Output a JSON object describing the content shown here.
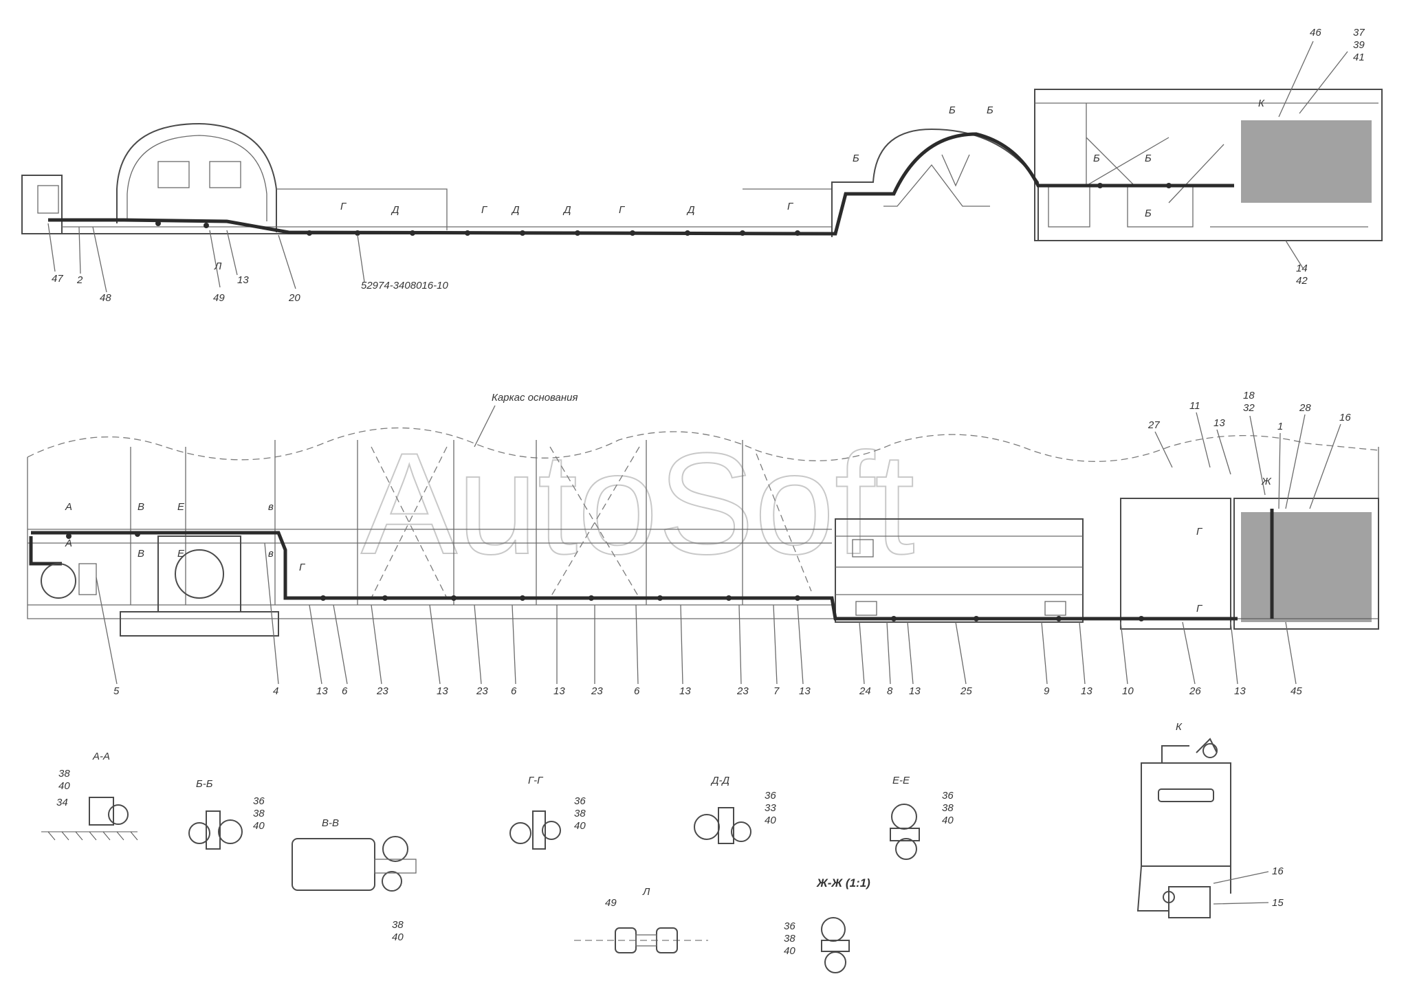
{
  "watermark": "AutoSoft",
  "top_view": {
    "part_number": "52974-3408016-10",
    "left_callouts": [
      "47",
      "2",
      "48",
      "49",
      "13",
      "20"
    ],
    "right_callouts": [
      "46",
      "37",
      "39",
      "41",
      "14",
      "42"
    ],
    "section_marks": [
      "Г",
      "Д",
      "Г",
      "Д",
      "Д",
      "Г",
      "Д",
      "Г",
      "Б",
      "Б",
      "Б",
      "Б",
      "Б",
      "Б",
      "К",
      "Л"
    ]
  },
  "bottom_view": {
    "frame_label": "Каркас основания",
    "bottom_callouts": [
      "5",
      "4",
      "13",
      "6",
      "23",
      "13",
      "23",
      "6",
      "13",
      "23",
      "6",
      "13",
      "23",
      "7",
      "13",
      "24",
      "8",
      "13",
      "25",
      "9",
      "13",
      "10",
      "26",
      "13",
      "45"
    ],
    "top_callouts": [
      "27",
      "11",
      "13",
      "18",
      "32",
      "1",
      "28",
      "16"
    ],
    "section_marks": [
      "А",
      "А",
      "В",
      "В",
      "Е",
      "Е",
      "в",
      "в",
      "Г",
      "Ж",
      "Г",
      "Г"
    ]
  },
  "sections": {
    "aa": {
      "title": "А-А",
      "labels": [
        "38",
        "40",
        "34"
      ]
    },
    "bb": {
      "title": "Б-Б",
      "labels": [
        "36",
        "38",
        "40"
      ]
    },
    "vv": {
      "title": "В-В",
      "labels": [
        "38",
        "40"
      ]
    },
    "gg": {
      "title": "Г-Г",
      "labels": [
        "36",
        "38",
        "40"
      ]
    },
    "dd": {
      "title": "Д-Д",
      "labels": [
        "36",
        "33",
        "40"
      ]
    },
    "ee": {
      "title": "Е-Е",
      "labels": [
        "36",
        "38",
        "40"
      ]
    },
    "l": {
      "title": "Л",
      "labels": [
        "49"
      ]
    },
    "zhzh": {
      "title": "Ж-Ж (1:1)",
      "labels": [
        "36",
        "38",
        "40"
      ]
    },
    "k": {
      "title": "К",
      "labels": [
        "16",
        "15"
      ]
    }
  }
}
